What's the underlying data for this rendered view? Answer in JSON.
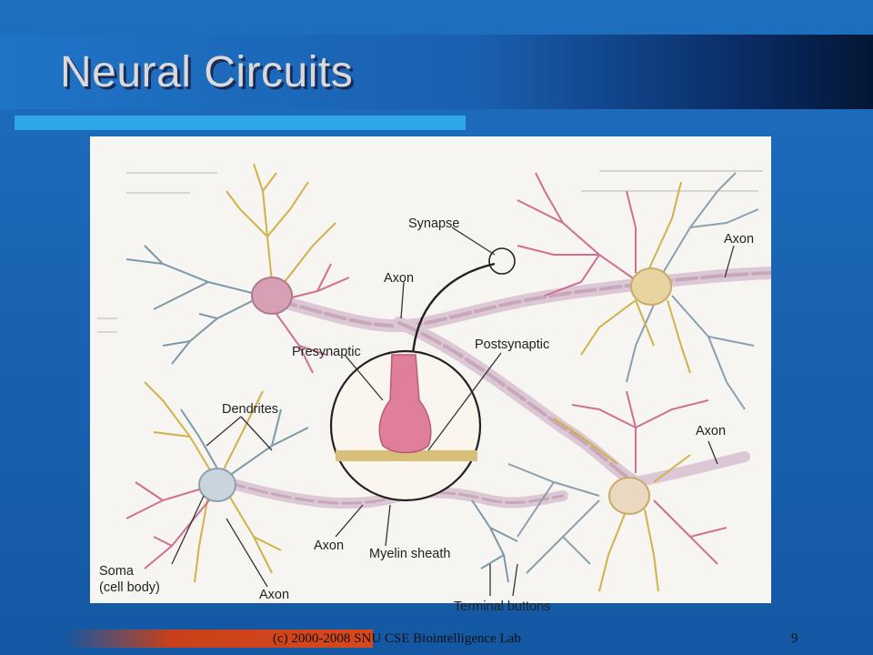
{
  "slide": {
    "title": "Neural Circuits",
    "footer": "(c) 2000-2008 SNU CSE  Biointelligence Lab",
    "page_number": "9"
  },
  "figure": {
    "labels": {
      "synapse": "Synapse",
      "axon_top_right": "Axon",
      "axon_middle": "Axon",
      "presynaptic": "Presynaptic",
      "postsynaptic": "Postsynaptic",
      "dendrites": "Dendrites",
      "axon_right": "Axon",
      "axon_bottom_mid": "Axon",
      "myelin_sheath": "Myelin sheath",
      "soma_line1": "Soma",
      "soma_line2": "(cell body)",
      "axon_bottom_left": "Axon",
      "terminal_buttons": "Terminal buttons"
    }
  }
}
